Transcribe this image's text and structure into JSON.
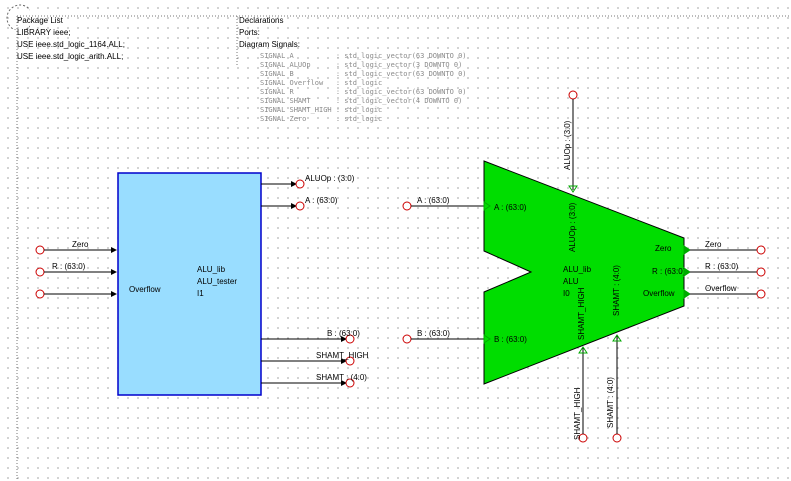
{
  "package_list": {
    "title": "Package List",
    "lines": [
      "LIBRARY ieee;",
      "USE ieee.std_logic_1164.ALL;",
      "USE ieee.std_logic_arith.ALL;"
    ]
  },
  "declarations": {
    "title": "Declarations",
    "ports_label": "Ports:",
    "diagram_signals_label": "Diagram Signals:",
    "signals": [
      "SIGNAL A          : std_logic_vector(63 DOWNTO 0)",
      "SIGNAL ALUOp      : std_logic_vector(3 DOWNTO 0)",
      "SIGNAL B          : std_logic_vector(63 DOWNTO 0)",
      "SIGNAL Overflow   : std_logic",
      "SIGNAL R          : std_logic_vector(63 DOWNTO 0)",
      "SIGNAL SHAMT      : std_logic_vector(4 DOWNTO 0)",
      "SIGNAL SHAMT_HIGH : std_logic",
      "SIGNAL Zero       : std_logic"
    ]
  },
  "tester_block": {
    "lib": "ALU_lib",
    "cell": "ALU_tester",
    "instance": "I1",
    "port_overflow": "Overflow",
    "in_signals": {
      "zero": "Zero",
      "r": "R : (63:0)"
    },
    "out_signals": {
      "aluop": "ALUOp : (3:0)",
      "a": "A : (63:0)",
      "b": "B : (63:0)",
      "shamt_high": "SHAMT_HIGH",
      "shamt": "SHAMT : (4:0)"
    }
  },
  "alu_block": {
    "lib": "ALU_lib",
    "cell": "ALU",
    "instance": "I0",
    "ports": {
      "a": "A : (63:0)",
      "b": "B : (63:0)",
      "aluop": "ALUOp : (3:0)",
      "zero": "Zero",
      "r": "R : (63:0)",
      "overflow": "Overflow",
      "shamt_high": "SHAMT_HIGH",
      "shamt": "SHAMT : (4:0)"
    },
    "in_signals": {
      "a": "A : (63:0)",
      "b": "B : (63:0)",
      "aluop": "ALUOp : (3:0)",
      "shamt_high": "SHAMT_HIGH",
      "shamt": "SHAMT : (4:0)"
    },
    "out_signals": {
      "zero": "Zero",
      "r": "R : (63:0)",
      "overflow": "Overflow"
    }
  },
  "colors": {
    "tester_fill": "#99ddff",
    "tester_stroke": "#0000cc",
    "alu_fill": "#00dd00",
    "alu_stroke": "#000000",
    "connector": "#cc0000",
    "port_arrow_green": "#00cc00"
  }
}
